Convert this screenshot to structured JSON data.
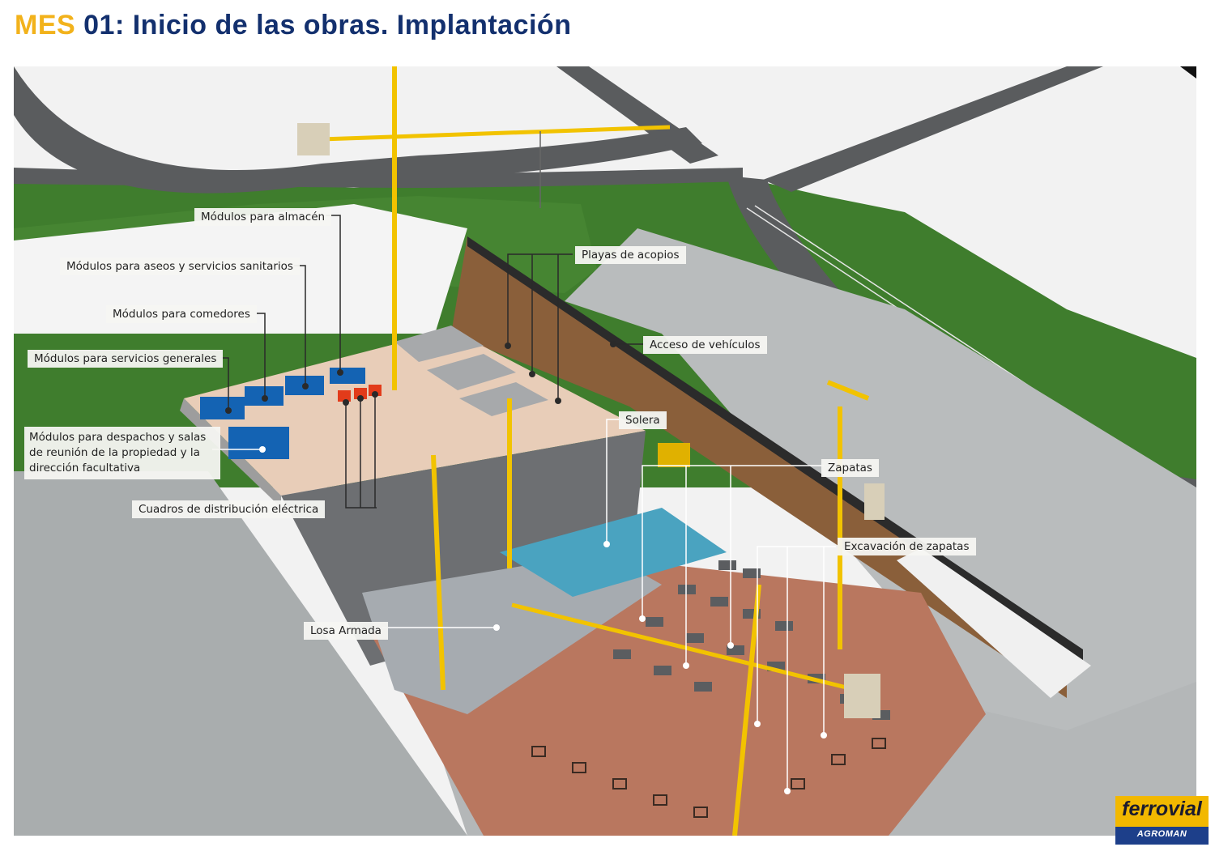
{
  "header": {
    "title_prefix": "MES",
    "title_rest": "01: Inicio de las obras. Implantación",
    "colors": {
      "prefix": "#f2b21b",
      "rest": "#13306e"
    }
  },
  "labels": {
    "almacen": "Módulos para almacén",
    "aseos": "Módulos para aseos y servicios sanitarios",
    "comedores": "Módulos para comedores",
    "servicios_generales": "Módulos para servicios generales",
    "despachos": "Módulos para despachos y salas de reunión de la propiedad y la dirección facultativa",
    "cuadros": "Cuadros de distribución eléctrica",
    "playas": "Playas de acopios",
    "acceso": "Acceso de vehículos",
    "solera": "Solera",
    "zapatas": "Zapatas",
    "excavacion": "Excavación de zapatas",
    "losa": "Losa Armada"
  },
  "logo": {
    "brand": "ferrovial",
    "sub": "AGROMAN",
    "colors": {
      "top": "#f2b800",
      "bottom": "#1d3f8a"
    }
  },
  "palette": {
    "road": "#5a5c5e",
    "grass": "#3f7d2d",
    "ground": "#b9bcbd",
    "pit_floor": "#b9775f",
    "platform": "#e8cdb8",
    "module_blue": "#1463b3",
    "module_red": "#e23b1a",
    "crane_yellow": "#f2c300",
    "solera": "#4aa3c0"
  }
}
